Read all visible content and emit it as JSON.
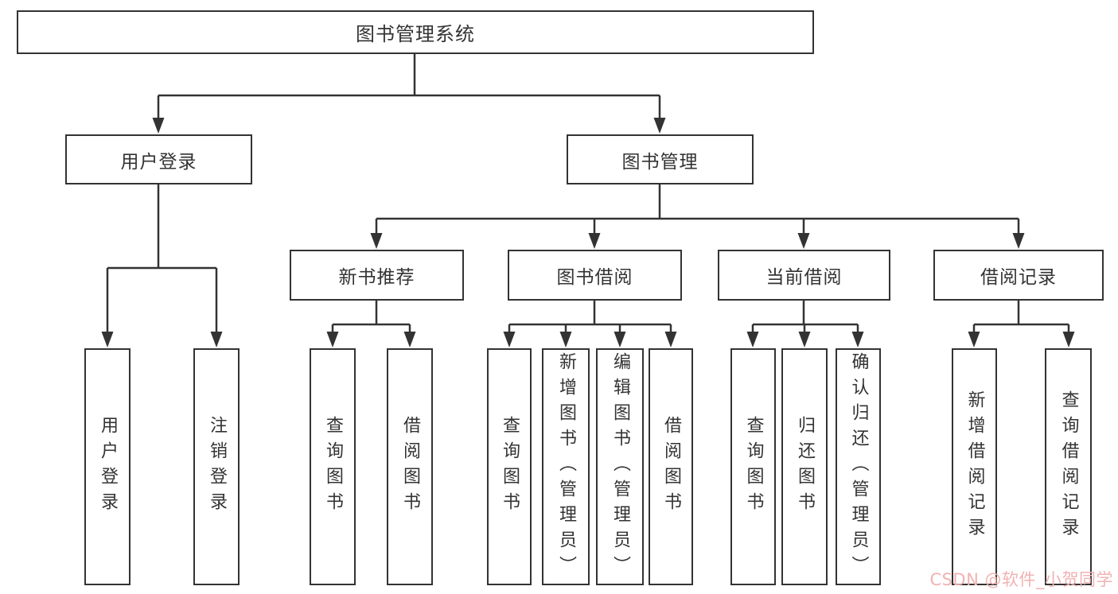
{
  "diagram": {
    "title": "图书管理系统",
    "nodes": {
      "root": "图书管理系统",
      "user_login": "用户登录",
      "book_management": "图书管理",
      "new_book_recommend": "新书推荐",
      "book_borrow": "图书借阅",
      "current_borrow": "当前借阅",
      "borrow_records": "借阅记录",
      "leaf_user_login": "用户登录",
      "leaf_logout": "注销登录",
      "leaf_nbr_query_book": "查询图书",
      "leaf_nbr_borrow_book": "借阅图书",
      "leaf_bb_query_book": "查询图书",
      "leaf_bb_add_book": "新增图书（管理员）",
      "leaf_bb_edit_book": "编辑图书（管理员）",
      "leaf_bb_borrow_book": "借阅图书",
      "leaf_cb_query_book": "查询图书",
      "leaf_cb_return_book": "归还图书",
      "leaf_cb_confirm_return": "确认归还（管理员）",
      "leaf_br_add_record": "新增借阅记录",
      "leaf_br_query_record": "查询借阅记录"
    }
  },
  "watermark": {
    "text": "CSDN @软件_小贺同学",
    "color": "#f1b2b2"
  },
  "colors": {
    "line": "#333333",
    "text": "#333333",
    "background": "#ffffff"
  }
}
